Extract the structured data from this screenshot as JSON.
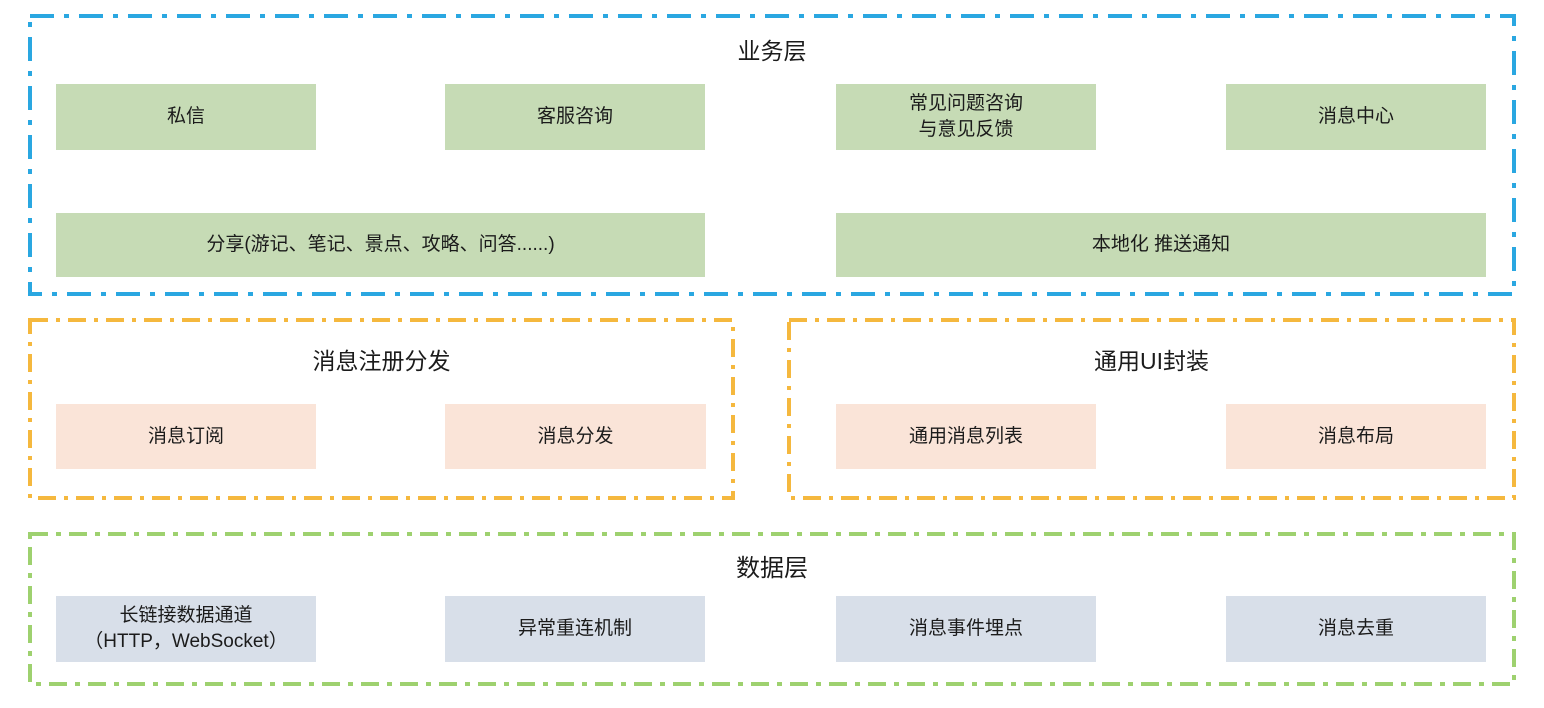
{
  "colors": {
    "background": "#FFFFFF",
    "text": "#1B1B1B",
    "business_border": "#2AA7E1",
    "business_fill": "#C6DBB5",
    "middle_border": "#F5B83E",
    "middle_fill": "#FAE4D8",
    "data_border": "#9ED16F",
    "data_fill": "#D8DFE9"
  },
  "layers": {
    "business": {
      "title": "业务层",
      "boxes": [
        {
          "label": "私信"
        },
        {
          "label": "客服咨询"
        },
        {
          "label": "常见问题咨询\n与意见反馈"
        },
        {
          "label": "消息中心"
        },
        {
          "label": "分享(游记、笔记、景点、攻略、问答......)"
        },
        {
          "label": "本地化 推送通知"
        }
      ]
    },
    "message_dispatch": {
      "title": "消息注册分发",
      "boxes": [
        {
          "label": "消息订阅"
        },
        {
          "label": "消息分发"
        }
      ]
    },
    "ui_wrapper": {
      "title": "通用UI封装",
      "boxes": [
        {
          "label": "通用消息列表"
        },
        {
          "label": "消息布局"
        }
      ]
    },
    "data": {
      "title": "数据层",
      "boxes": [
        {
          "label": "长链接数据通道\n（HTTP，WebSocket）"
        },
        {
          "label": "异常重连机制"
        },
        {
          "label": "消息事件埋点"
        },
        {
          "label": "消息去重"
        }
      ]
    }
  }
}
